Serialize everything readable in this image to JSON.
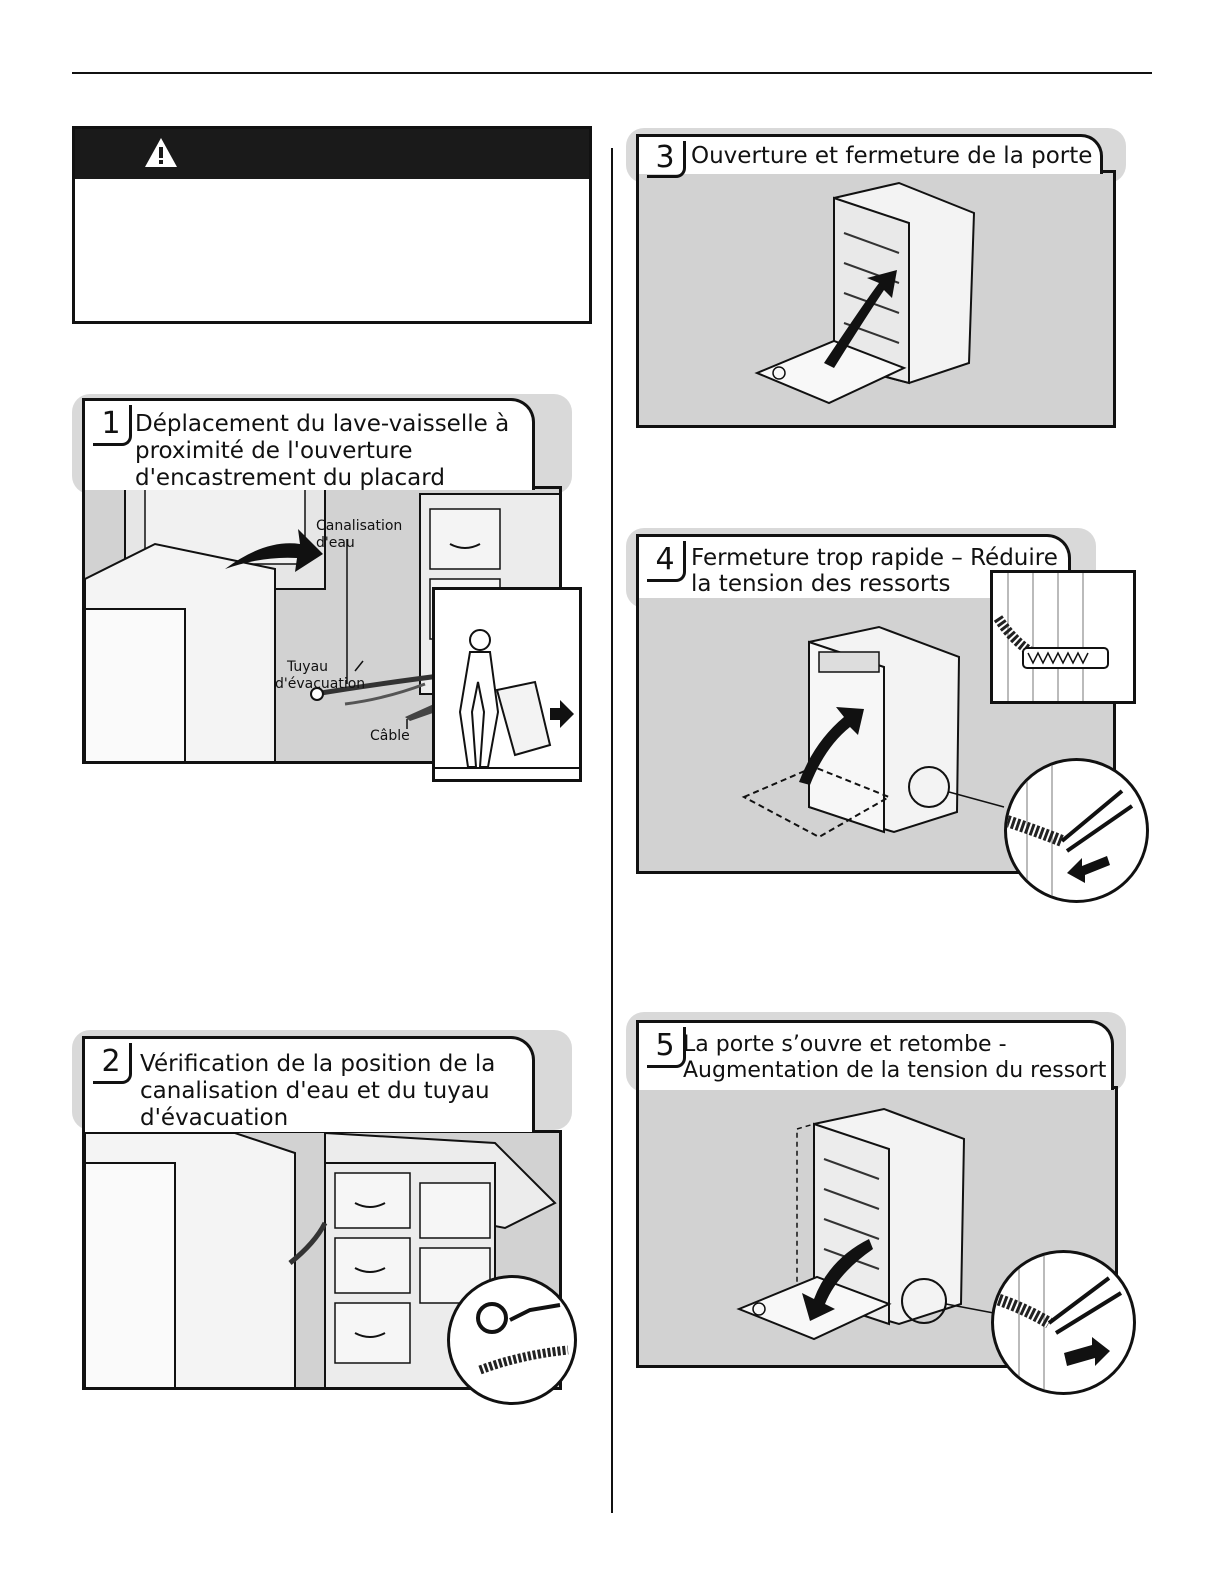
{
  "steps": [
    {
      "number": "1",
      "title_lines": [
        "Déplacement du lave-vaisselle à",
        "proximité de l'ouverture",
        "d'encastrement du placard"
      ]
    },
    {
      "number": "2",
      "title_lines": [
        "Vérification de la position de la",
        "canalisation d'eau et du tuyau",
        "d'évacuation"
      ]
    },
    {
      "number": "3",
      "title_lines": [
        "Ouverture et fermeture de la porte"
      ]
    },
    {
      "number": "4",
      "title_lines": [
        "Fermeture trop rapide – Réduire",
        "la tension des ressorts"
      ]
    },
    {
      "number": "5",
      "title_lines": [
        "La porte s’ouvre et retombe -",
        "Augmentation de la tension du ressort"
      ]
    }
  ],
  "step1_labels": {
    "water_line": [
      "Canalisation",
      "d'eau"
    ],
    "drain_hose": [
      "Tuyau",
      "d'évacuation"
    ],
    "cable": "Câble"
  },
  "icons": {
    "warning": "warning-triangle-icon"
  }
}
